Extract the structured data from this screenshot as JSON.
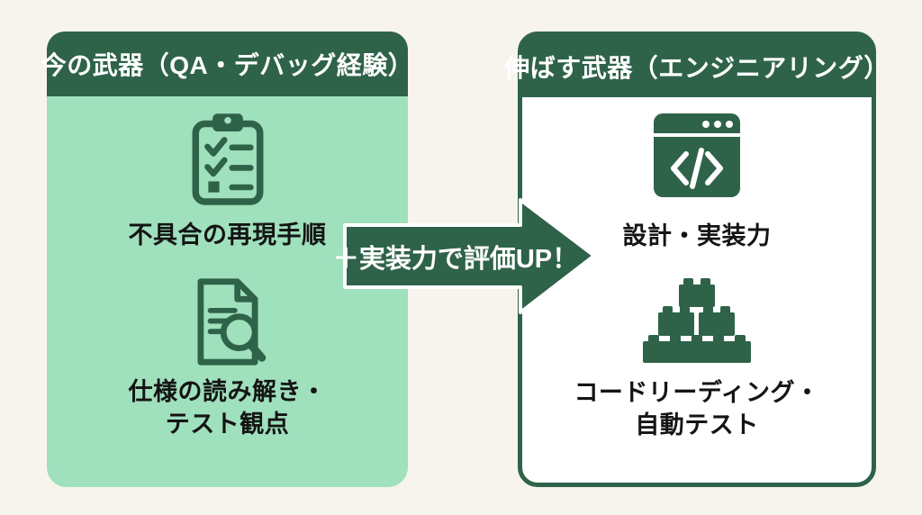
{
  "colors": {
    "dark_green": "#2f6349",
    "light_green": "#9fe0bd",
    "background": "#f7f4ee",
    "text": "#141414"
  },
  "left_panel": {
    "title": "今の武器（QA・デバッグ経験）",
    "items": [
      {
        "icon": "clipboard-checklist-icon",
        "label": "不具合の再現手順"
      },
      {
        "icon": "document-magnifier-icon",
        "label": "仕様の読み解き・\nテスト観点"
      }
    ]
  },
  "right_panel": {
    "title": "伸ばす武器（エンジニアリング）",
    "items": [
      {
        "icon": "code-window-icon",
        "label": "設計・実装力"
      },
      {
        "icon": "building-blocks-icon",
        "label": "コードリーディング・\n自動テスト"
      }
    ]
  },
  "arrow": {
    "label": "＋実装力で評価UP！"
  }
}
